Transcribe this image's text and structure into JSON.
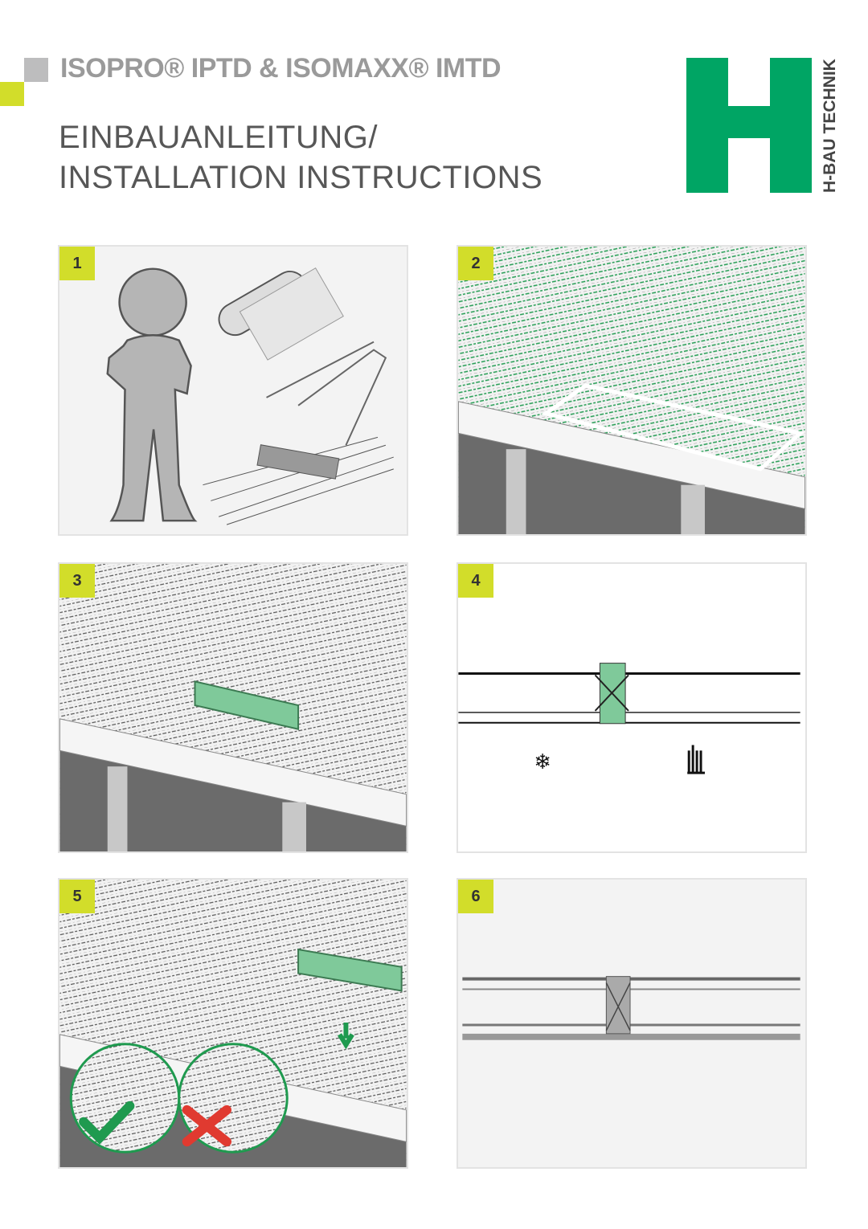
{
  "header": {
    "subtitle": "ISOPRO® IPTD & ISOMAXX® IMTD",
    "title_line1": "EINBAUANLEITUNG/",
    "title_line2": "INSTALLATION INSTRUCTIONS"
  },
  "logo": {
    "letter": "H",
    "text": "H-BAU TECHNIK"
  },
  "colors": {
    "accent_yellow": "#d2dd2a",
    "brand_green": "#00a564",
    "gray": "#bdbdbe"
  },
  "steps": [
    {
      "number": "1"
    },
    {
      "number": "2"
    },
    {
      "number": "3"
    },
    {
      "number": "4"
    },
    {
      "number": "5"
    },
    {
      "number": "6"
    }
  ]
}
